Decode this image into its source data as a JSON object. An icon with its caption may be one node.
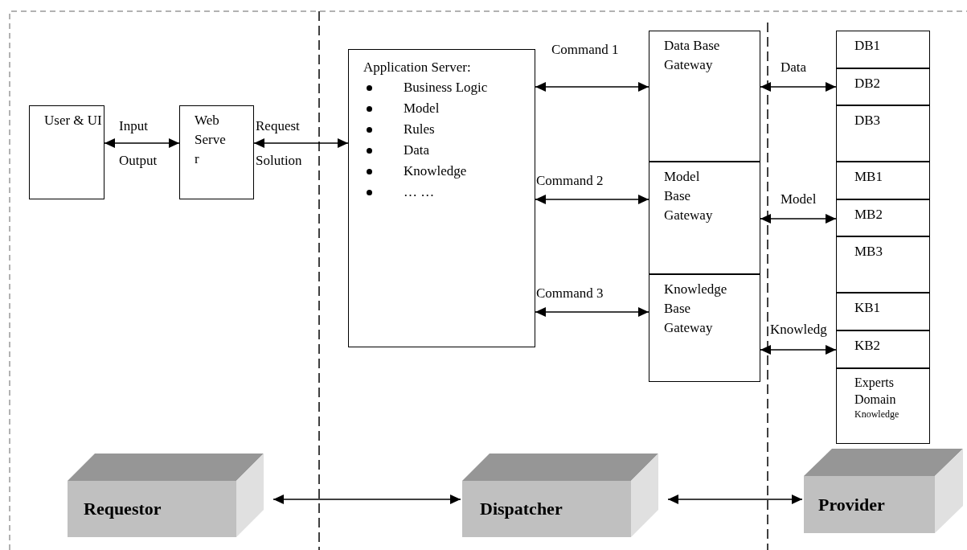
{
  "diagram": {
    "nodes": [
      {
        "text": [
          "User & UI"
        ]
      },
      {
        "text": [
          "Web Server"
        ]
      },
      {
        "text": [
          "Application Server:",
          "Business Logic",
          "Model",
          "Rules",
          "Data",
          "Knowledge",
          "… …"
        ]
      },
      {
        "text": [
          "Data Base Gateway"
        ]
      },
      {
        "text": [
          "Model Base Gateway"
        ]
      },
      {
        "text": [
          "Knowledge Base Gateway"
        ]
      },
      {
        "text": [
          "DB1"
        ]
      },
      {
        "text": [
          "DB2"
        ]
      },
      {
        "text": [
          "DB3"
        ]
      },
      {
        "text": [
          "MB1"
        ]
      },
      {
        "text": [
          "MB2"
        ]
      },
      {
        "text": [
          "MB3"
        ]
      },
      {
        "text": [
          "KB1"
        ]
      },
      {
        "text": [
          "KB2"
        ]
      },
      {
        "text": [
          "Experts Domain",
          "Knowledge"
        ]
      },
      {
        "text": [
          "Requestor"
        ]
      },
      {
        "text": [
          "Dispatcher"
        ]
      },
      {
        "text": [
          "Provider"
        ]
      }
    ],
    "edges": [
      {
        "from": 0,
        "to": 1,
        "arrow": "both",
        "label": "Input"
      },
      {
        "from": 1,
        "to": 2,
        "arrow": "both",
        "label": "Request"
      },
      {
        "from": 2,
        "to": 3,
        "arrow": "both",
        "label": "Command 1"
      },
      {
        "from": 2,
        "to": 4,
        "arrow": "both",
        "label": "Command 2"
      },
      {
        "from": 2,
        "to": 5,
        "arrow": "both",
        "label": "Command 3"
      },
      {
        "from": 3,
        "to": 7,
        "arrow": "both",
        "label": "Data"
      },
      {
        "from": 4,
        "to": 10,
        "arrow": "both",
        "label": "Model"
      },
      {
        "from": 5,
        "to": 13,
        "arrow": "both",
        "label": "Knowledg"
      },
      {
        "from": 15,
        "to": 16,
        "arrow": "both"
      },
      {
        "from": 16,
        "to": 17,
        "arrow": "both"
      }
    ],
    "labels": [
      "Output",
      "Solution"
    ]
  }
}
